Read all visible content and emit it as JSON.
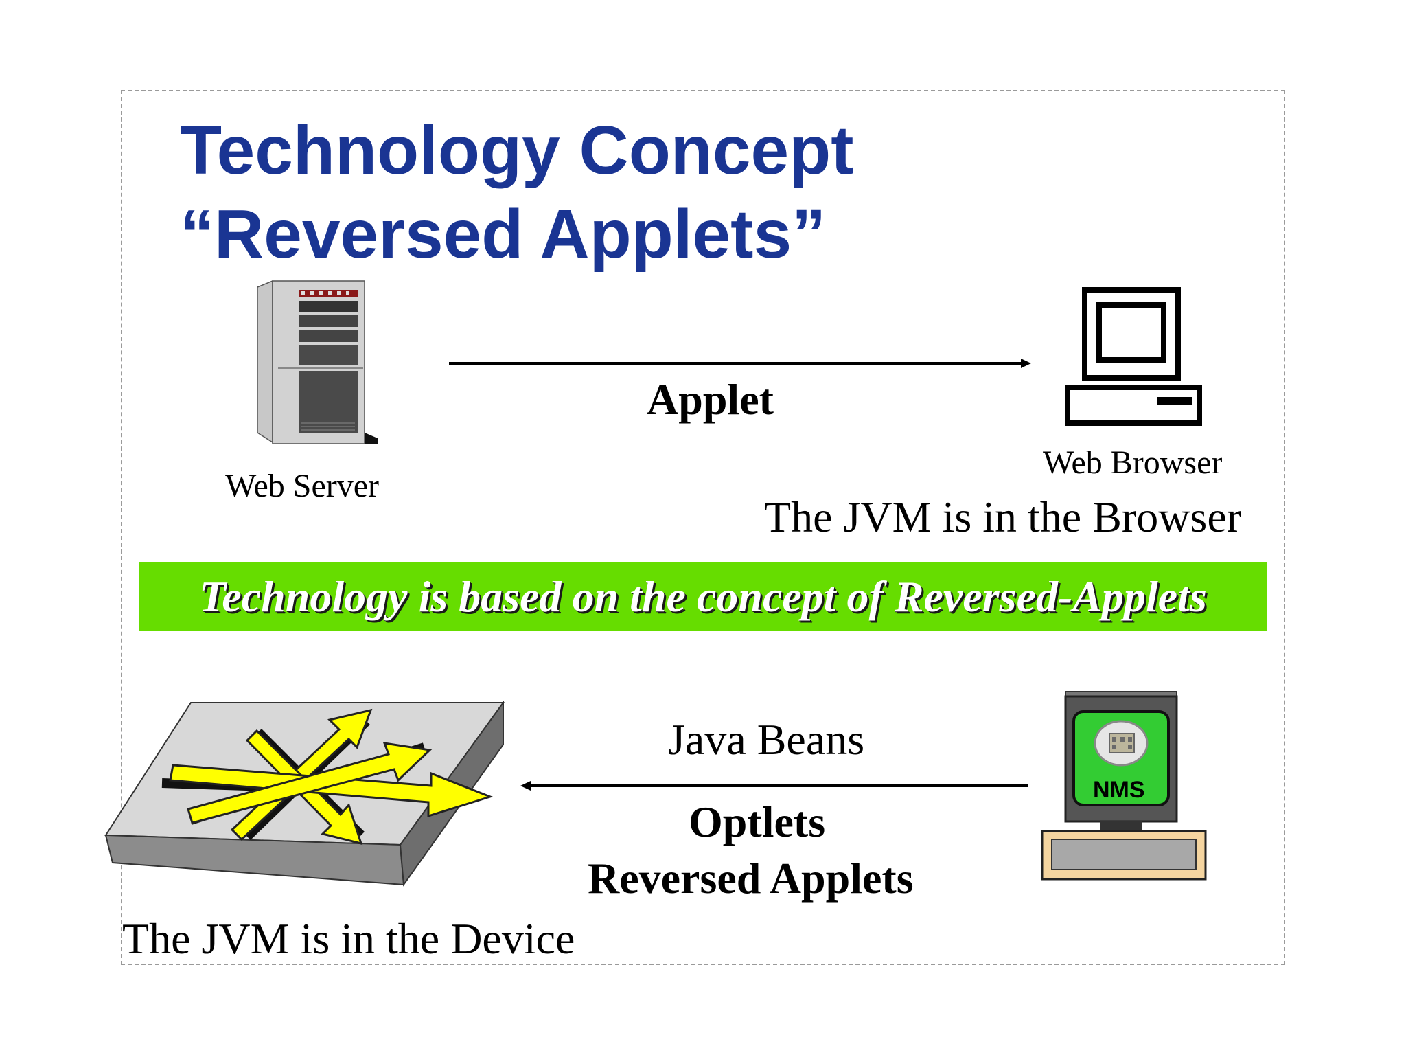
{
  "title": {
    "line1": "Technology Concept",
    "line2": "“Reversed Applets”"
  },
  "top_diagram": {
    "server_label": "Web Server",
    "browser_label": "Web Browser",
    "arrow_label": "Applet",
    "caption": "The JVM is in the Browser"
  },
  "banner": {
    "text": "Technology is based on the concept of Reversed-Applets",
    "color": "#66dd00"
  },
  "bottom_diagram": {
    "arrow_label_top": "Java Beans",
    "arrow_label_bottom_1": "Optlets",
    "arrow_label_bottom_2": "Reversed Applets",
    "nms_label": "NMS",
    "caption": "The JVM is in the Device"
  },
  "colors": {
    "title": "#1a3593",
    "arrows": "#ffff00",
    "nms_screen": "#33cc33"
  }
}
